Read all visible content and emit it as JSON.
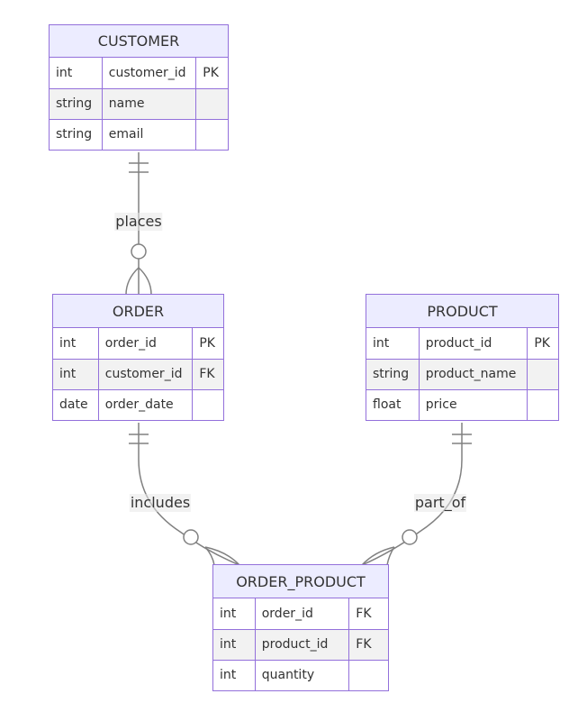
{
  "entities": {
    "customer": {
      "name": "CUSTOMER",
      "attributes": [
        {
          "type": "int",
          "name": "customer_id",
          "key": "PK"
        },
        {
          "type": "string",
          "name": "name",
          "key": ""
        },
        {
          "type": "string",
          "name": "email",
          "key": ""
        }
      ]
    },
    "order": {
      "name": "ORDER",
      "attributes": [
        {
          "type": "int",
          "name": "order_id",
          "key": "PK"
        },
        {
          "type": "int",
          "name": "customer_id",
          "key": "FK"
        },
        {
          "type": "date",
          "name": "order_date",
          "key": ""
        }
      ]
    },
    "product": {
      "name": "PRODUCT",
      "attributes": [
        {
          "type": "int",
          "name": "product_id",
          "key": "PK"
        },
        {
          "type": "string",
          "name": "product_name",
          "key": ""
        },
        {
          "type": "float",
          "name": "price",
          "key": ""
        }
      ]
    },
    "order_product": {
      "name": "ORDER_PRODUCT",
      "attributes": [
        {
          "type": "int",
          "name": "order_id",
          "key": "FK"
        },
        {
          "type": "int",
          "name": "product_id",
          "key": "FK"
        },
        {
          "type": "int",
          "name": "quantity",
          "key": ""
        }
      ]
    }
  },
  "relationships": [
    {
      "from": "CUSTOMER",
      "to": "ORDER",
      "label": "places",
      "from_cardinality": "exactly-one",
      "to_cardinality": "zero-or-many"
    },
    {
      "from": "ORDER",
      "to": "ORDER_PRODUCT",
      "label": "includes",
      "from_cardinality": "exactly-one",
      "to_cardinality": "zero-or-many"
    },
    {
      "from": "PRODUCT",
      "to": "ORDER_PRODUCT",
      "label": "part_of",
      "from_cardinality": "exactly-one",
      "to_cardinality": "zero-or-many"
    }
  ],
  "colors": {
    "border": "#9370DB",
    "header_fill": "#ECECFF",
    "row_alt_fill": "#f2f2f2",
    "edge": "#808080",
    "text": "#333333"
  }
}
